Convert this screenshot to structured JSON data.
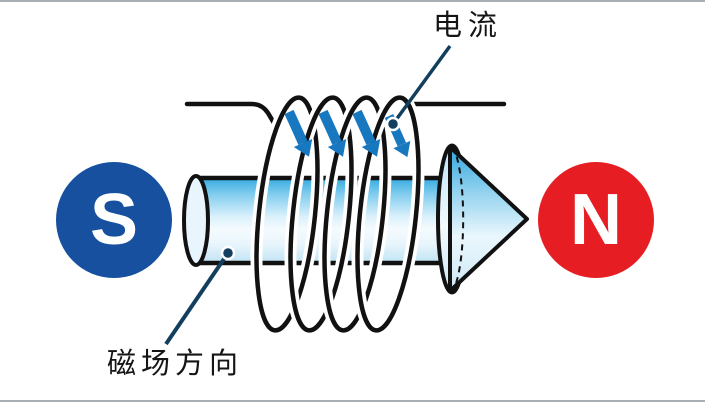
{
  "diagram": {
    "current_label": "电流",
    "field_label": "磁场方向",
    "pole_left": "S",
    "pole_right": "N"
  },
  "icons": {
    "current_arrows": "curved-down-right-arrow (current direction on each coil turn)",
    "field_arrow": "3d-cylinder-arrow pointing right toward N pole",
    "pointer_dots": "callout-dot with leader line"
  },
  "colors": {
    "pole_s": "#17509f",
    "pole_n": "#e61e23",
    "arrow_blue": "#1878bf",
    "pointer_navy": "#123f5e",
    "wire_black": "#111111",
    "cylinder_top": "#35abdf",
    "cylinder_mid": "#f5fbfe",
    "cylinder_bottom": "#bfe3f4",
    "border_gray": "#a7aeb4",
    "label_text": "#151515"
  }
}
